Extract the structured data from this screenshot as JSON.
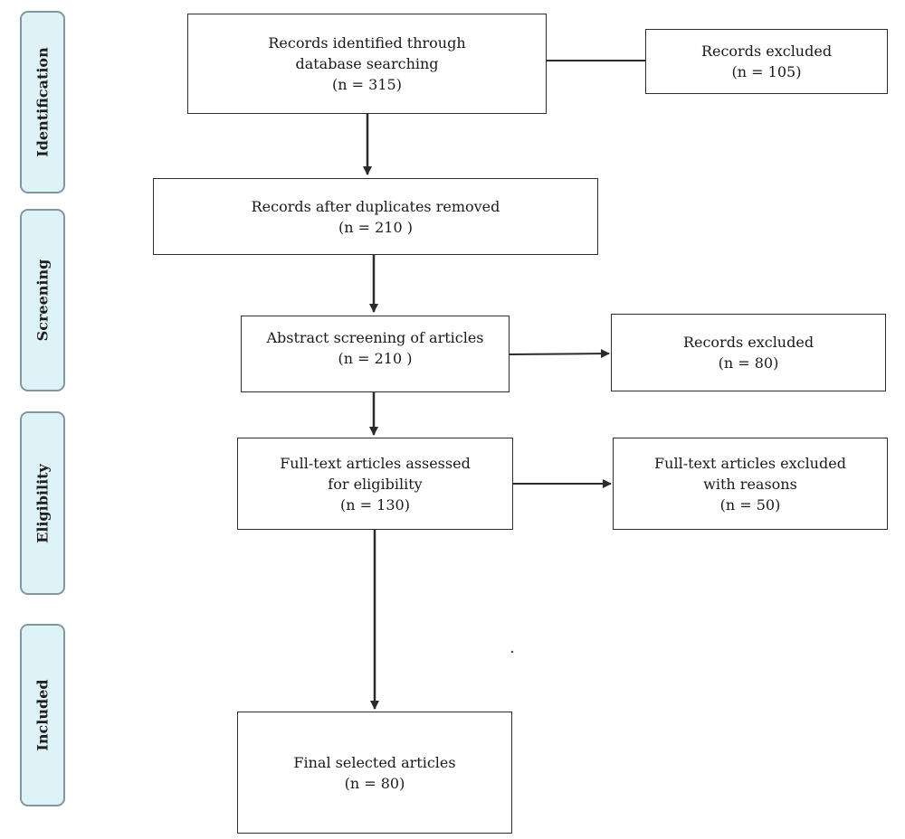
{
  "phases": {
    "identification": "Identification",
    "screening": "Screening",
    "eligibility": "Eligibility",
    "included": "Included"
  },
  "boxes": {
    "identified": {
      "line1": "Records identified through",
      "line2": "database searching",
      "count": "(n = 315)"
    },
    "excluded_duplicates": {
      "line1": "Records excluded",
      "count": "(n = 105)"
    },
    "after_duplicates": {
      "line1": "Records after duplicates removed",
      "count": "(n = 210 )"
    },
    "abstract_screening": {
      "line1": "Abstract screening of articles",
      "count": "(n = 210 )"
    },
    "excluded_screening": {
      "line1": "Records excluded",
      "count": "(n = 80)"
    },
    "fulltext_assessed": {
      "line1": "Full-text articles assessed",
      "line2": "for eligibility",
      "count": "(n = 130)"
    },
    "fulltext_excluded": {
      "line1": "Full-text articles excluded",
      "line2": "with reasons",
      "count": "(n = 50)"
    },
    "final_selected": {
      "line1": "Final selected articles",
      "count": "(n = 80)"
    }
  },
  "colors": {
    "phase_fill": "#ddf3f8",
    "phase_border": "#7f98a0",
    "box_border": "#2e2e2e",
    "connector": "#2b2b2b"
  }
}
